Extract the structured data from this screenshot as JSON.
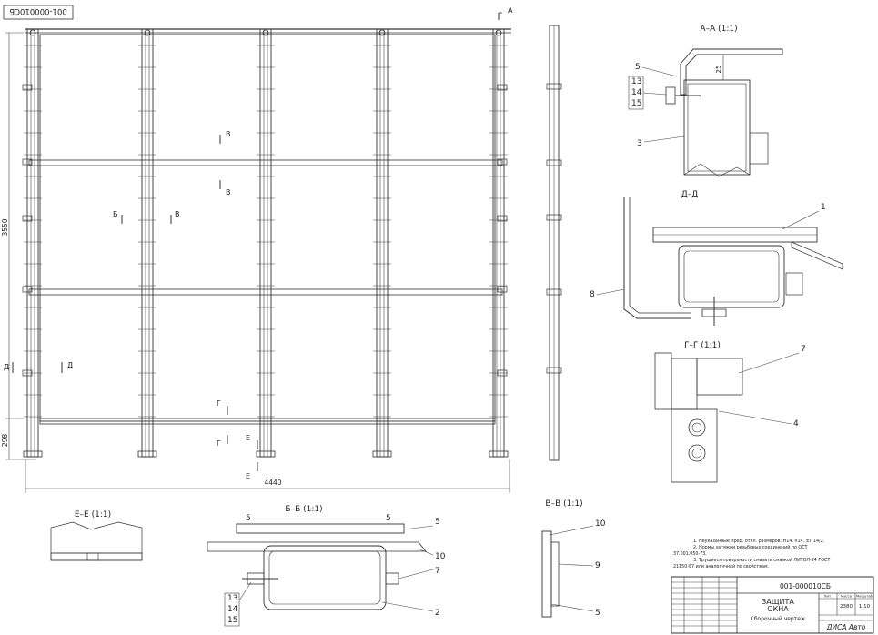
{
  "title_block": {
    "doc_code": "001-000010СБ",
    "title_line1": "ЗАЩИТА",
    "title_line2": "ОКНА",
    "title_line3": "Сборочный чертеж",
    "mass": "2380",
    "scale": "1:10",
    "company": "ДИСА Авто",
    "col_lit": "Лит.",
    "col_mass": "Масса",
    "col_scale": "Масштаб"
  },
  "stamp_code": "001-000010СБ",
  "notes": [
    "1. Неуказанные пред. откл. размеров: Н14, h14, ±IT14/2.",
    "2. Нормы затяжки резьбовых соединений по ОСТ",
    "37.001.050-73.",
    "3. Трущиеся поверхности смазать смазкой ЛИТОЛ-24 ГОСТ",
    "21150-87 или аналогичной по свойствам."
  ],
  "dimensions": {
    "height": "3550",
    "bottom_height": "298",
    "width": "4440",
    "aa_offset": "25"
  },
  "section_marks": {
    "a": "А",
    "b": "Б",
    "v": "В",
    "g": "Г",
    "d": "Д",
    "e": "Е"
  },
  "views": {
    "aa": "А–А (1:1)",
    "dd": "Д–Д",
    "gg": "Г–Г (1:1)",
    "ee": "Е–Е (1:1)",
    "bb": "Б–Б (1:1)",
    "vv": "В–В (1:1)"
  },
  "callouts": {
    "aa": [
      "5",
      "13",
      "14",
      "15",
      "3"
    ],
    "dd": [
      "1",
      "8"
    ],
    "gg": [
      "7",
      "4"
    ],
    "bb": [
      "5",
      "5",
      "5",
      "10",
      "7",
      "13",
      "14",
      "15",
      "2"
    ],
    "vv": [
      "10",
      "9",
      "5"
    ]
  }
}
